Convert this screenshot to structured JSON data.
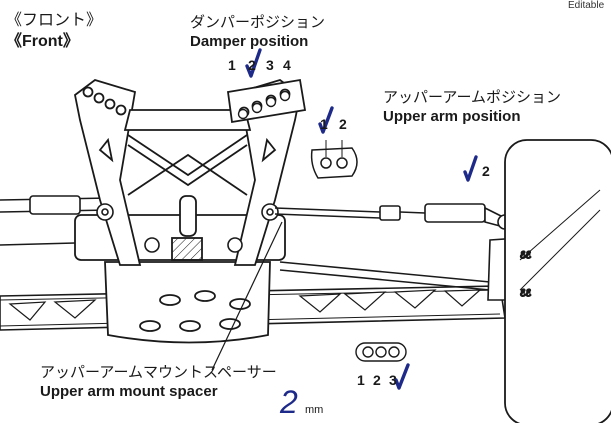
{
  "header": {
    "jp": "《フロント》",
    "en": "《Front》",
    "corner": "Editable"
  },
  "damper": {
    "jp": "ダンパーポジション",
    "en": "Damper position",
    "n1": "1",
    "n2": "2",
    "n3": "3",
    "n4": "4"
  },
  "upper_arm": {
    "jp": "アッパーアームポジション",
    "en": "Upper arm position",
    "n1": "1",
    "n2": "2",
    "n2b": "2"
  },
  "spacer": {
    "jp": "アッパーアームマウントスペーサー",
    "en": "Upper arm mount spacer",
    "n1": "1",
    "n2": "2",
    "n3": "3",
    "size": "2",
    "unit": "mm"
  },
  "colors": {
    "check": "#1e2a8a",
    "ink": "#1a1a1a",
    "size": "#1e2a8a"
  }
}
